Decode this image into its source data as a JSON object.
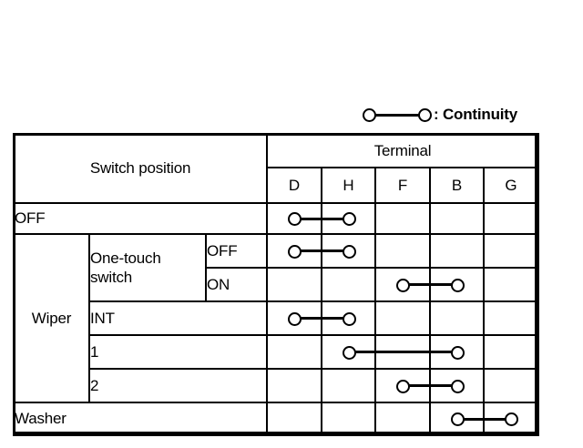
{
  "legend": {
    "symbol_name": "continuity-symbol",
    "text": ": Continuity"
  },
  "table": {
    "header": {
      "switch_position": "Switch position",
      "terminal": "Terminal",
      "terminals": [
        "D",
        "H",
        "F",
        "B",
        "G"
      ]
    },
    "rows": [
      {
        "group": "",
        "sub": "",
        "state": "OFF",
        "label_mode": "full",
        "connections": [
          {
            "from": "D",
            "to": "H"
          }
        ]
      },
      {
        "group": "Wiper",
        "sub": "One-touch switch",
        "state": "OFF",
        "label_mode": "three",
        "connections": [
          {
            "from": "D",
            "to": "H"
          }
        ]
      },
      {
        "group": "",
        "sub": "",
        "state": "ON",
        "label_mode": "state-only",
        "connections": [
          {
            "from": "F",
            "to": "B"
          }
        ]
      },
      {
        "group": "",
        "sub": "INT",
        "state": "",
        "label_mode": "sub-span",
        "connections": [
          {
            "from": "D",
            "to": "H"
          }
        ]
      },
      {
        "group": "",
        "sub": "1",
        "state": "",
        "label_mode": "sub-span",
        "connections": [
          {
            "from": "H",
            "to": "B"
          }
        ]
      },
      {
        "group": "",
        "sub": "2",
        "state": "",
        "label_mode": "sub-span",
        "connections": [
          {
            "from": "F",
            "to": "B"
          }
        ]
      },
      {
        "group": "Washer",
        "sub": "",
        "state": "",
        "label_mode": "full",
        "connections": [
          {
            "from": "B",
            "to": "G"
          }
        ]
      }
    ]
  },
  "colors": {
    "ink": "#000000",
    "paper": "#ffffff"
  }
}
